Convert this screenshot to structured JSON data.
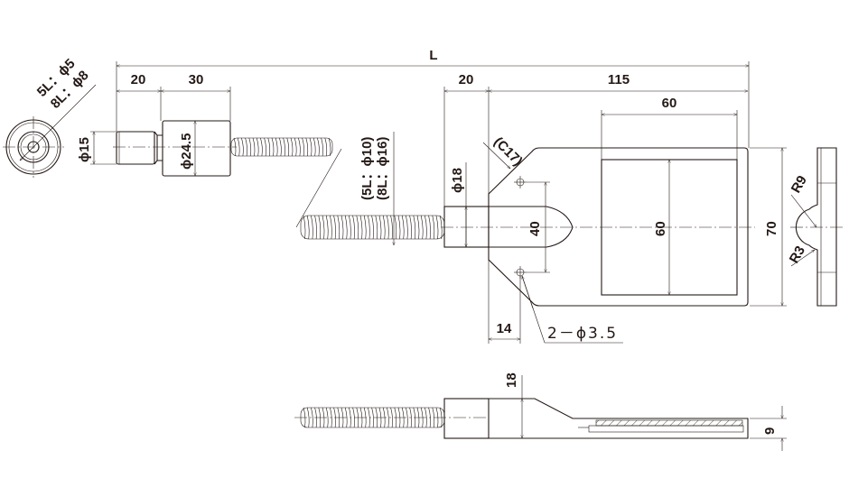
{
  "drawing": {
    "dimensions": {
      "overall_length": "L",
      "connector_length": "20",
      "connector_body_length": "30",
      "head_length": "20",
      "plate_length": "115",
      "sensor_width": "60",
      "sensor_height": "60",
      "plate_width": "70",
      "hole_pitch": "40",
      "hole_offset": "14",
      "connector_diameter": "ϕ15",
      "connector_body_diameter": "ϕ24.5",
      "head_diameter": "ϕ18",
      "chamfer": "(C17)",
      "holes": "2－ϕ3.5",
      "radius_large": "R9",
      "radius_small": "R3",
      "head_height": "18",
      "plate_thickness": "9",
      "bore_5l": "5L：ϕ5",
      "bore_8l": "8L：ϕ8",
      "hose_5l": "(5L：ϕ10)",
      "hose_8l": "(8L：ϕ16)"
    },
    "line_color": "#231815"
  }
}
